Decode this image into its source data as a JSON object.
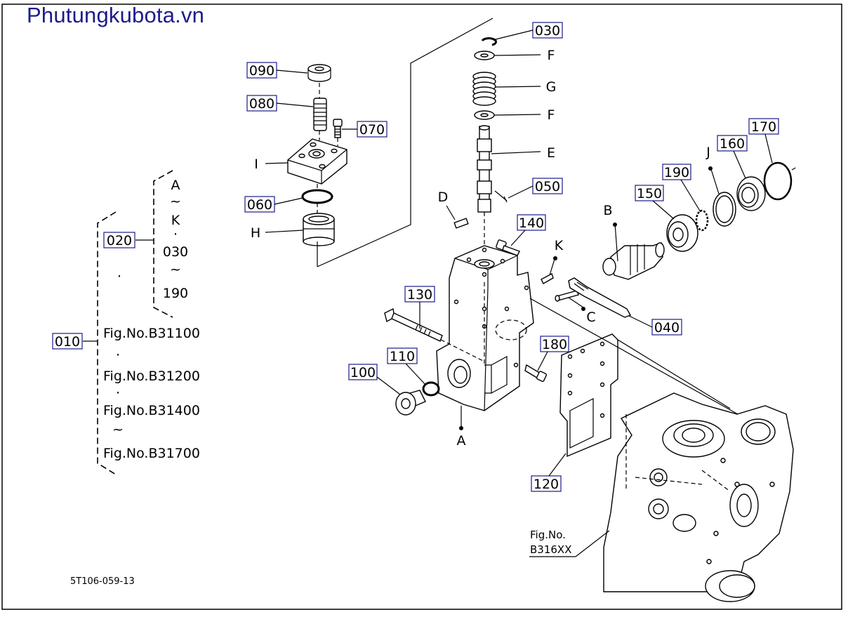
{
  "watermark": "Phutungkubota.vn",
  "diagram_code": "5T106-059-13",
  "parts": {
    "p010": "010",
    "p020": "020",
    "p030": "030",
    "p040": "040",
    "p050": "050",
    "p060": "060",
    "p070": "070",
    "p080": "080",
    "p090": "090",
    "p100": "100",
    "p110": "110",
    "p120": "120",
    "p130": "130",
    "p140": "140",
    "p150": "150",
    "p160": "160",
    "p170": "170",
    "p180": "180",
    "p190": "190"
  },
  "letters": {
    "A": "A",
    "B": "B",
    "C": "C",
    "D": "D",
    "E": "E",
    "F": "F",
    "G": "G",
    "H": "H",
    "I": "I",
    "J": "J",
    "K": "K"
  },
  "tree": {
    "a_tilde": "A",
    "tilde": "~",
    "k": "K",
    "dot": "·",
    "t030": "030",
    "t190": "190",
    "fig1": "Fig.No.B31100",
    "fig2": "Fig.No.B31200",
    "fig3": "Fig.No.B31400",
    "fig4": "Fig.No.B31700"
  },
  "ref": {
    "line1": "Fig.No.",
    "line2": "B316XX"
  }
}
